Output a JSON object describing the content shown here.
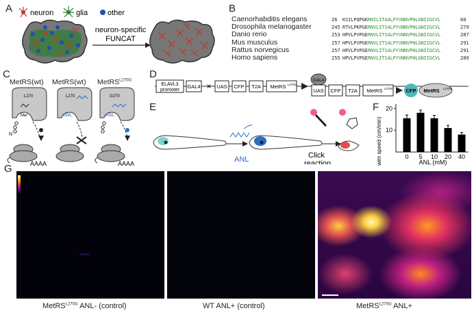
{
  "panels": {
    "A": {
      "letter": "A",
      "legend": [
        {
          "label": "neuron",
          "color": "#c0392b"
        },
        {
          "label": "glia",
          "color": "#2e7d32"
        },
        {
          "label": "other",
          "color": "#1f4fb8"
        }
      ],
      "arrow_label_1": "neuron-specific",
      "arrow_label_2": "FUNCAT"
    },
    "B": {
      "letter": "B",
      "rows": [
        {
          "species": "Caenorhabditis elegans",
          "start": "26",
          "black": "KSILPQPGK",
          "green": "RNILITAALPYVNNVPHLGNIIGCVL",
          "end": "60"
        },
        {
          "species": "Drosophila melanogaster",
          "start": "245",
          "black": "RTVLPKPGE",
          "green": "RNVLITSALPYVNNVPHLGNIIGCVL",
          "end": "279"
        },
        {
          "species": "Danio rerio",
          "start": "253",
          "black": "HPVLPVPGE",
          "green": "RNVLITSALPYVNNVPHLGNIIGCVL",
          "end": "287"
        },
        {
          "species": "Mus musculus",
          "start": "257",
          "black": "HPVLPVPGE",
          "green": "RNVLITSALPYVNNVPHLGNIIGCVL",
          "end": "291"
        },
        {
          "species": "Rattus norvegicus",
          "start": "257",
          "black": "HPVLPVPGE",
          "green": "RNVLITSALPYVNNVPHLGNIIGCVL",
          "end": "291"
        },
        {
          "species": "Homo sapiens",
          "start": "255",
          "black": "HPVLPVPGE",
          "green": "RNVLITSALPYVNNVPHLGNIIGCVL",
          "end": "289"
        }
      ]
    },
    "C": {
      "letter": "C",
      "titles": [
        {
          "main": "MetRS(wt)",
          "sup": ""
        },
        {
          "main": "MetRS(wt)",
          "sup": ""
        },
        {
          "main": "MetRS",
          "sup": "L270G"
        }
      ],
      "l270_labels": [
        "L270",
        "L270",
        "G270"
      ],
      "met_label": "Met",
      "anl_label_2": "ANL",
      "anl_label_3": "ANL",
      "n_label": "N",
      "aaaa": "AAAA"
    },
    "D": {
      "letter": "D",
      "boxes_1": [
        "ELAVL3 promoter",
        "GAL4"
      ],
      "cross": "×",
      "boxes_2": [
        "UAS",
        "CFP",
        "T2A",
        "MetRS"
      ],
      "sup": "L270G",
      "gal4_label": "GAL4",
      "boxes_3": [
        "UAS",
        "CFP",
        "T2A",
        "MetRS"
      ],
      "cfp_label": "CFP",
      "metrs_label": "MetRS"
    },
    "E": {
      "letter": "E",
      "anl_label": "ANL",
      "click_label_1": "Click",
      "click_label_2": "reaction"
    },
    "F": {
      "letter": "F",
      "ylabel": "swim speed (cm/min)",
      "xlabel": "ANL (mM)"
    },
    "G": {
      "letter": "G",
      "captions": [
        {
          "pre": "MetRS",
          "sup": "L270G",
          "post": " ANL- (control)"
        },
        {
          "pre": "WT ANL+ (control)",
          "sup": "",
          "post": ""
        },
        {
          "pre": "MetRS",
          "sup": "L270G",
          "post": " ANL+"
        }
      ]
    }
  },
  "chart_data": {
    "type": "bar",
    "categories": [
      "0",
      "5",
      "10",
      "20",
      "40"
    ],
    "values": [
      15.5,
      18,
      15.5,
      11,
      8
    ],
    "errors": [
      1.5,
      1.2,
      1.3,
      1.2,
      1.0
    ],
    "xlabel": "ANL (mM)",
    "ylabel": "swim speed (cm/min)",
    "ylim": [
      0,
      22
    ],
    "yticks": [
      10,
      20
    ]
  }
}
